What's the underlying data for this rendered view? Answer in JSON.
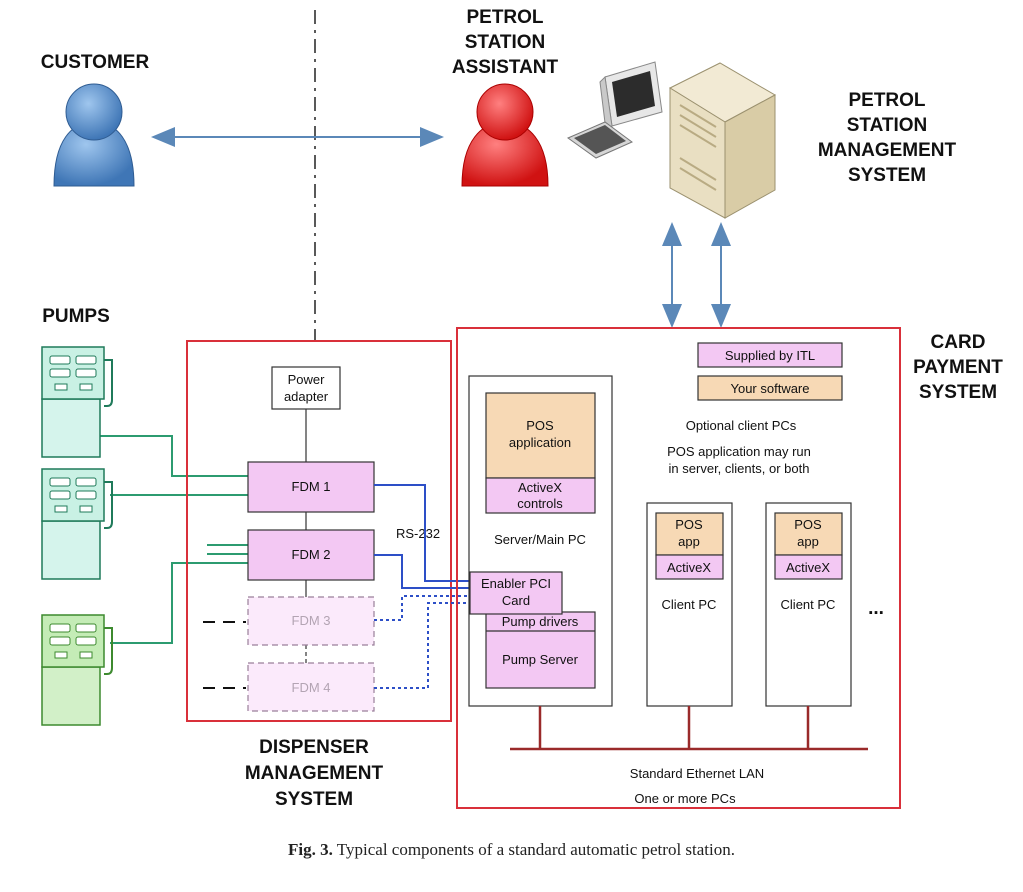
{
  "actors": {
    "customer": "CUSTOMER",
    "assistant": [
      "PETROL",
      "STATION",
      "ASSISTANT"
    ],
    "management": [
      "PETROL",
      "STATION",
      "MANAGEMENT",
      "SYSTEM"
    ],
    "pumps": "PUMPS",
    "card_payment": [
      "CARD",
      "PAYMENT",
      "SYSTEM"
    ],
    "dispenser": [
      "DISPENSER",
      "MANAGEMENT",
      "SYSTEM"
    ]
  },
  "dms": {
    "power_adapter": [
      "Power",
      "adapter"
    ],
    "fdm": [
      "FDM 1",
      "FDM 2",
      "FDM 3",
      "FDM 4"
    ],
    "rs232": "RS-232"
  },
  "server": {
    "pos_application": [
      "POS",
      "application"
    ],
    "activex_controls": [
      "ActiveX",
      "controls"
    ],
    "label": "Server/Main PC",
    "enabler": [
      "Enabler PCI",
      "Card"
    ],
    "pump_drivers": "Pump drivers",
    "pump_server": "Pump Server"
  },
  "legend": {
    "supplied": "Supplied by ITL",
    "yours": "Your software"
  },
  "notes": {
    "optional": "Optional client PCs",
    "may_run": [
      "POS application may run",
      "in server, clients, or both"
    ]
  },
  "clients": {
    "pos_app": [
      "POS",
      "app"
    ],
    "activex": "ActiveX",
    "label": "Client PC",
    "ellipsis": "..."
  },
  "lan": {
    "label": "Standard Ethernet LAN",
    "sub": "One or more PCs"
  },
  "caption": {
    "bold": "Fig. 3.",
    "text": " Typical components of a standard automatic petrol station."
  },
  "colors": {
    "supplied_fill": "#f3c8f3",
    "yours_fill": "#f7d9b5",
    "frame_red": "#d9303a",
    "arrow_blue": "#5b88b8",
    "pump_green": "#2c9b70",
    "lan_red": "#9a2a2a",
    "rs_blue": "#2d4fc7"
  }
}
